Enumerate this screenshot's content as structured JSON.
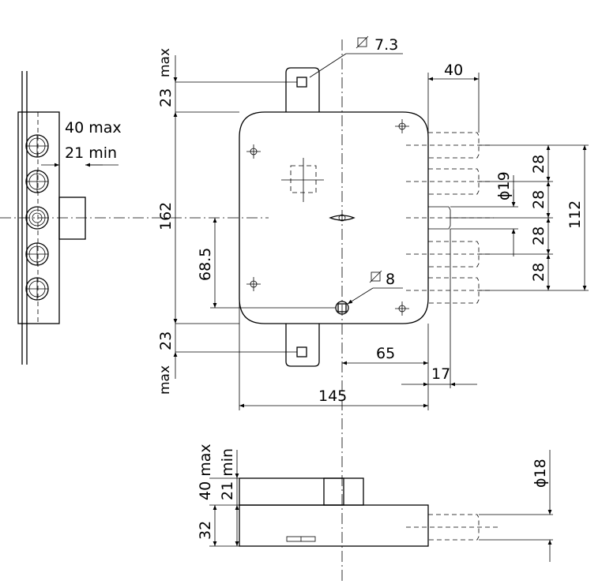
{
  "labels": {
    "keyhole_square": "7.3",
    "handle_square": "8",
    "width_right": "40",
    "lever_40_max": "40 max",
    "lever_21_min": "21 min",
    "top_23": "23",
    "top_max": "max",
    "height_162": "162",
    "height_68_5": "68.5",
    "bolt_spacing_1": "28",
    "bolt_spacing_2": "28",
    "bolt_spacing_3": "28",
    "bolt_spacing_4": "28",
    "bolt_total": "112",
    "bolt_dia": "ϕ19",
    "bottom_23": "23",
    "bottom_max": "max",
    "dim_65": "65",
    "dim_17": "17",
    "dim_145": "145",
    "side_40_max": "40 max",
    "side_21_min": "21 min",
    "side_32": "32",
    "side_dia": "ϕ18"
  }
}
